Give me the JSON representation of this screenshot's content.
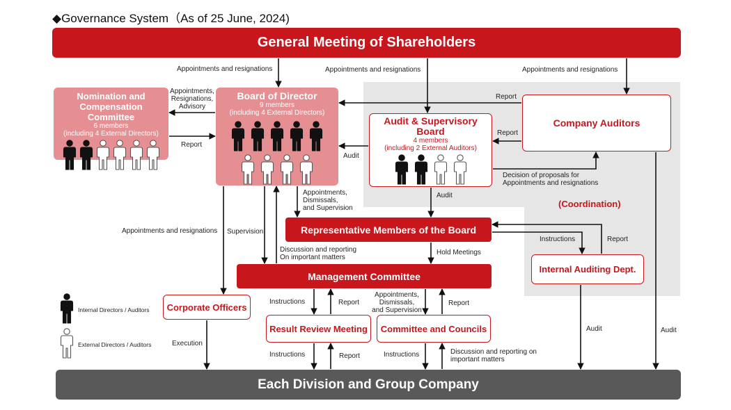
{
  "title": "◆Governance System（As of 25 June, 2024)",
  "shareholders": "General Meeting of Shareholders",
  "each_division": "Each Division and Group Company",
  "nomination": {
    "title": "Nomination and Compensation Committee",
    "members": "6 members",
    "external": "(including 4 External Directors)"
  },
  "board": {
    "title": "Board of Director",
    "members": "9 members",
    "external": "(including 4 External Directors)"
  },
  "audit_board": {
    "title": "Audit & Supervisory Board",
    "members": "4 members",
    "external": "(including 2 External Auditors)"
  },
  "company_auditors": "Company Auditors",
  "rep_members": "Representative Members of the Board",
  "management": "Management Committee",
  "corporate_officers": "Corporate Officers",
  "result_review": "Result Review Meeting",
  "committee_councils": "Committee and Councils",
  "internal_audit": "Internal Auditing Dept.",
  "coordination": "(Coordination)",
  "legend": {
    "internal": "Internal Directors / Auditors",
    "external": "External Directors / Auditors"
  },
  "labels": {
    "appt_resign_1": "Appointments and resignations",
    "appt_resign_2": "Appointments and resignations",
    "appt_resign_3": "Appointments and resignations",
    "appt_resign_4": "Appointments and resignations",
    "appt_resign_advisory": "Appointments,\nResignations,\nAdvisory",
    "report_nom": "Report",
    "report_ca_board": "Report",
    "report_ca_asb": "Report",
    "audit_asb_board": "Audit",
    "audit_asb_rep": "Audit",
    "decision": "Decision of proposals for\nAppointments and resignations",
    "appt_dismiss_sup": "Appointments,\nDismissals,\nand Supervision",
    "supervision": "Supervision",
    "discussion_mc": "Discussion and reporting\nOn important matters",
    "hold_meetings": "Hold Meetings",
    "instructions_ia": "Instructions",
    "report_ia": "Report",
    "instructions_rr": "Instructions",
    "report_rr": "Report",
    "appt_dismiss_sup_cc": "Appointments,\nDismissals,\nand Supervision",
    "report_cc": "Report",
    "execution": "Execution",
    "instructions_rr2": "Instructions",
    "report_rr2": "Report",
    "instructions_cc2": "Instructions",
    "discussion_cc": "Discussion and reporting on\nimportant matters",
    "audit_ia": "Audit",
    "audit_ca": "Audit"
  },
  "colors": {
    "red": "#c8161d",
    "pink": "#e58f93",
    "gray_bar": "#595959",
    "region": "#e6e6e6"
  }
}
